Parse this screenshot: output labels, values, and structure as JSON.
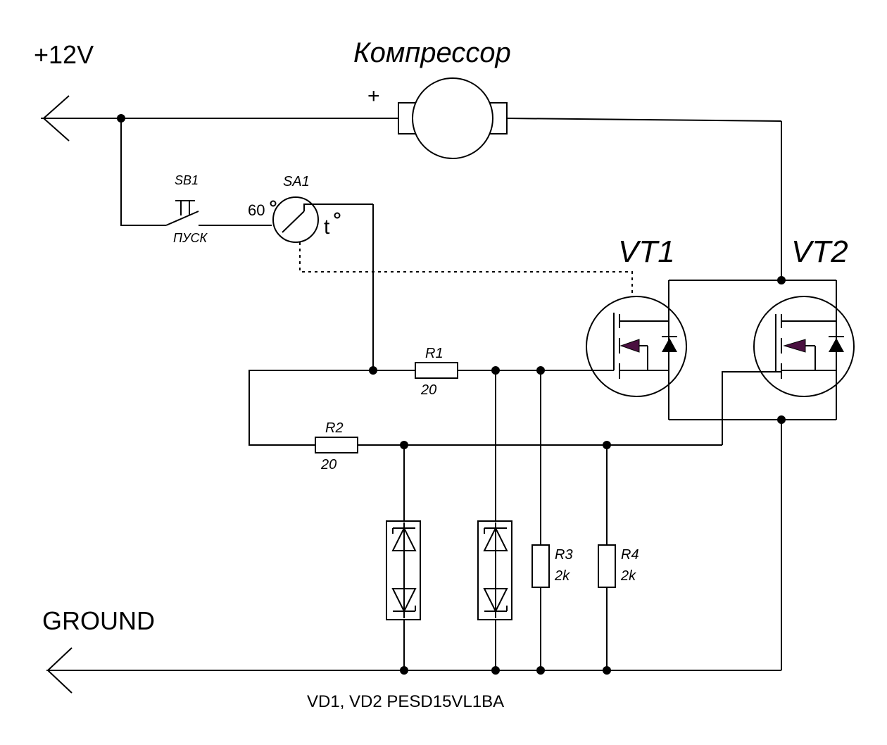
{
  "labels": {
    "supply": "+12V",
    "ground": "GROUND",
    "compressor": "Компрессор",
    "plus": "+",
    "sb1": "SB1",
    "sb1_caption": "ПУСК",
    "sa1": "SA1",
    "sa1_temp": "60",
    "sa1_t": "t",
    "vt1": "VT1",
    "vt2": "VT2",
    "r1": "R1",
    "r1_value": "20",
    "r2": "R2",
    "r2_value": "20",
    "r3": "R3",
    "r3_value": "2k",
    "r4": "R4",
    "r4_value": "2k",
    "diodes_note": "VD1, VD2 PESD15VL1BA"
  },
  "colors": {
    "wire": "#000000",
    "body_diode_arrow": "#4a1040"
  }
}
